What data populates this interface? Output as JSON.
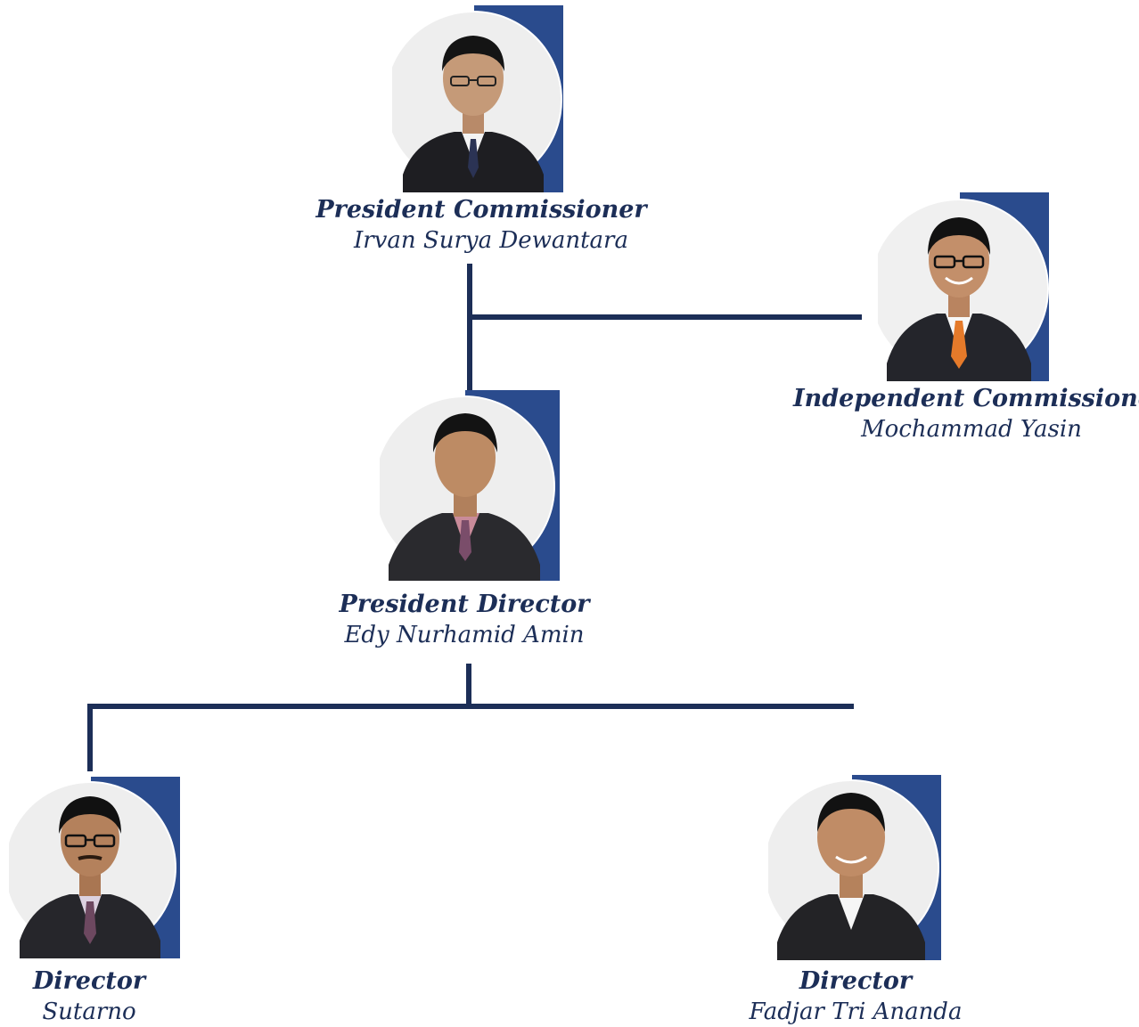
{
  "org_chart": {
    "accent_color": "#2a4b8d",
    "line_color": "#1c2e57",
    "text_color": "#1c2e57",
    "members": {
      "president_commissioner": {
        "role": "President Commissioner",
        "name": "Irvan Surya Dewantara",
        "photo_icon": "person-portrait-icon"
      },
      "independent_commissioner": {
        "role": "Independent Commissioner",
        "name": "Mochammad Yasin",
        "photo_icon": "person-portrait-icon"
      },
      "president_director": {
        "role": "President Director",
        "name": "Edy Nurhamid Amin",
        "photo_icon": "person-portrait-icon"
      },
      "director_1": {
        "role": "Director",
        "name": "Sutarno",
        "photo_icon": "person-portrait-icon"
      },
      "director_2": {
        "role": "Director",
        "name": "Fadjar Tri Ananda",
        "photo_icon": "person-portrait-icon"
      }
    }
  }
}
